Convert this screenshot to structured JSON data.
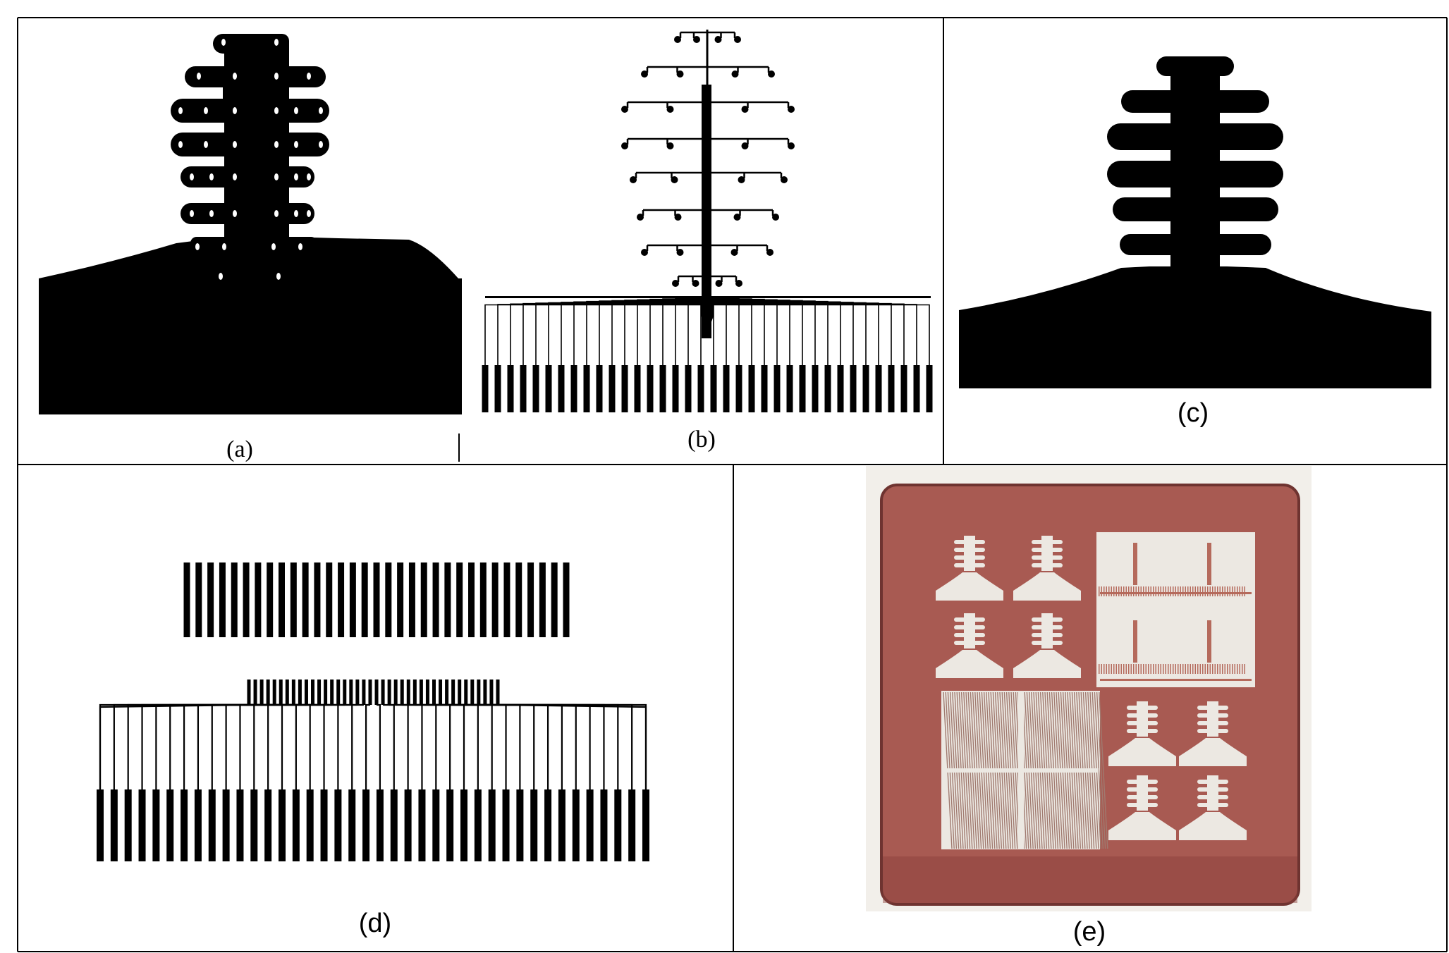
{
  "figure": {
    "panels": [
      {
        "id": "a",
        "caption": "(a)"
      },
      {
        "id": "b",
        "caption": "(b)"
      },
      {
        "id": "c",
        "caption": "(c)"
      },
      {
        "id": "d",
        "caption": "(d)"
      },
      {
        "id": "e",
        "caption": "(e)"
      }
    ]
  },
  "colors": {
    "ink": "#000000",
    "background": "#ffffff",
    "substrate": "#a85a52",
    "substrate_dark": "#8a3f3a",
    "electrode_light": "#ece8e2",
    "photo_bg": "#f2efea"
  }
}
